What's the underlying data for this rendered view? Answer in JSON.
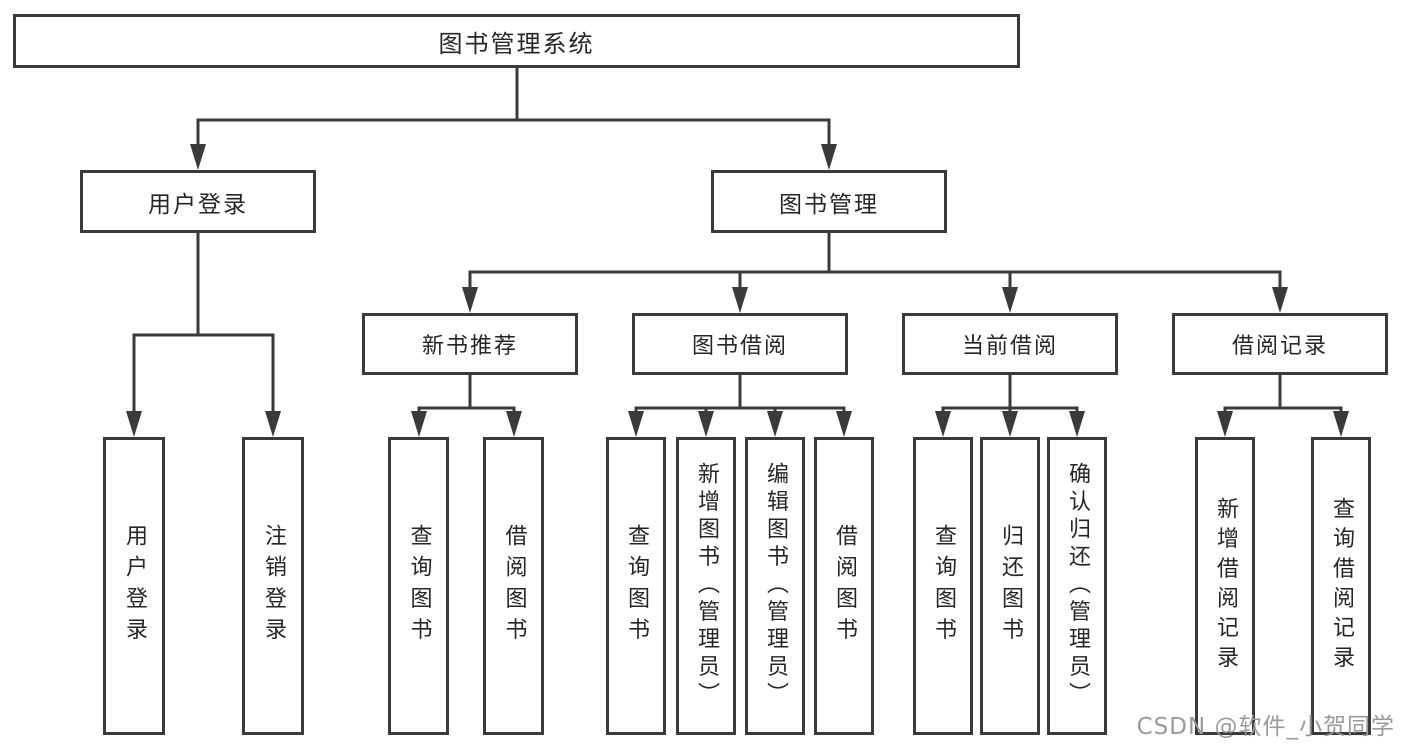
{
  "diagram": {
    "title_note": "functional structure diagram",
    "root": {
      "label": "图书管理系统"
    },
    "level2": {
      "user_login": {
        "label": "用户登录"
      },
      "book_management": {
        "label": "图书管理"
      }
    },
    "level3": {
      "new_book_recommend": {
        "label": "新书推荐"
      },
      "book_borrowing": {
        "label": "图书借阅"
      },
      "current_borrowing": {
        "label": "当前借阅"
      },
      "borrowing_records": {
        "label": "借阅记录"
      }
    },
    "leaves": {
      "user_login": [
        "用户登录",
        "注销登录"
      ],
      "new_book_recommend": [
        "查询图书",
        "借阅图书"
      ],
      "book_borrowing": [
        "查询图书",
        "新增图书（管理员）",
        "编辑图书（管理员）",
        "借阅图书"
      ],
      "current_borrowing": [
        "查询图书",
        "归还图书",
        "确认归还（管理员）"
      ],
      "borrowing_records": [
        "新增借阅记录",
        "查询借阅记录"
      ]
    }
  },
  "colors": {
    "line": "#3a3a3a",
    "box_border": "#3a3a3a",
    "box_fill": "#ffffff",
    "text": "#262626",
    "watermark": "#9a9a9a",
    "background": "#ffffff"
  },
  "watermark": {
    "text": "CSDN @软件_小贺同学"
  }
}
